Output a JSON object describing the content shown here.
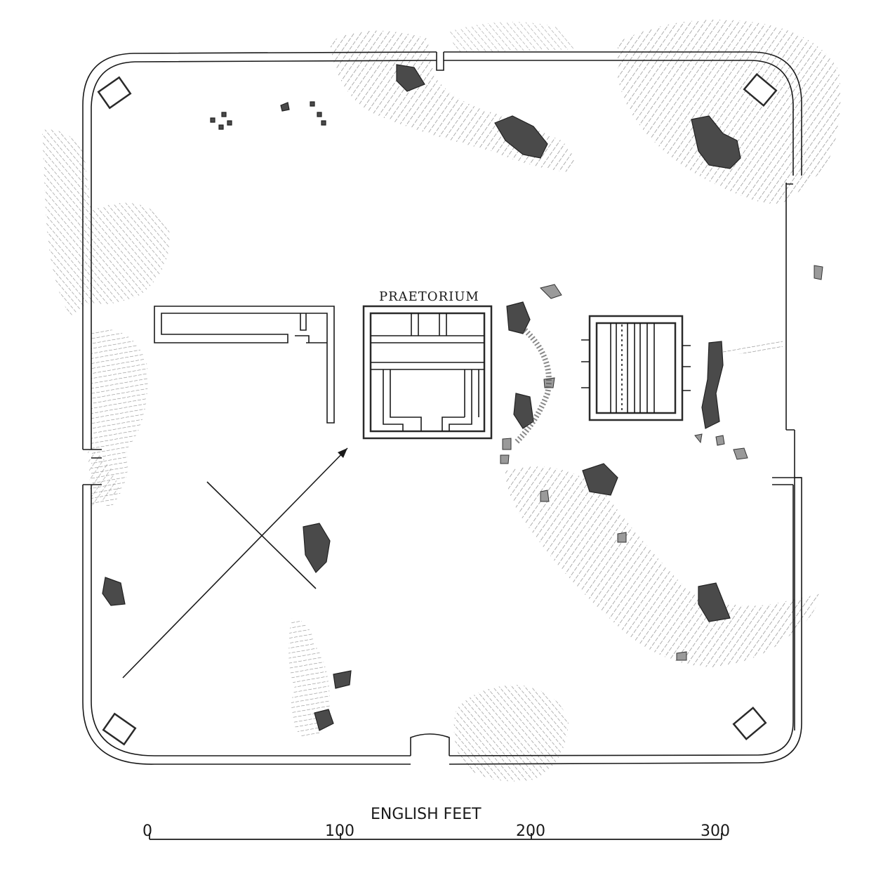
{
  "map": {
    "building_label": "PRAETORIUM"
  },
  "scale": {
    "title": "ENGLISH FEET",
    "ticks": [
      "0",
      "100",
      "200",
      "300"
    ],
    "unit": "feet"
  }
}
